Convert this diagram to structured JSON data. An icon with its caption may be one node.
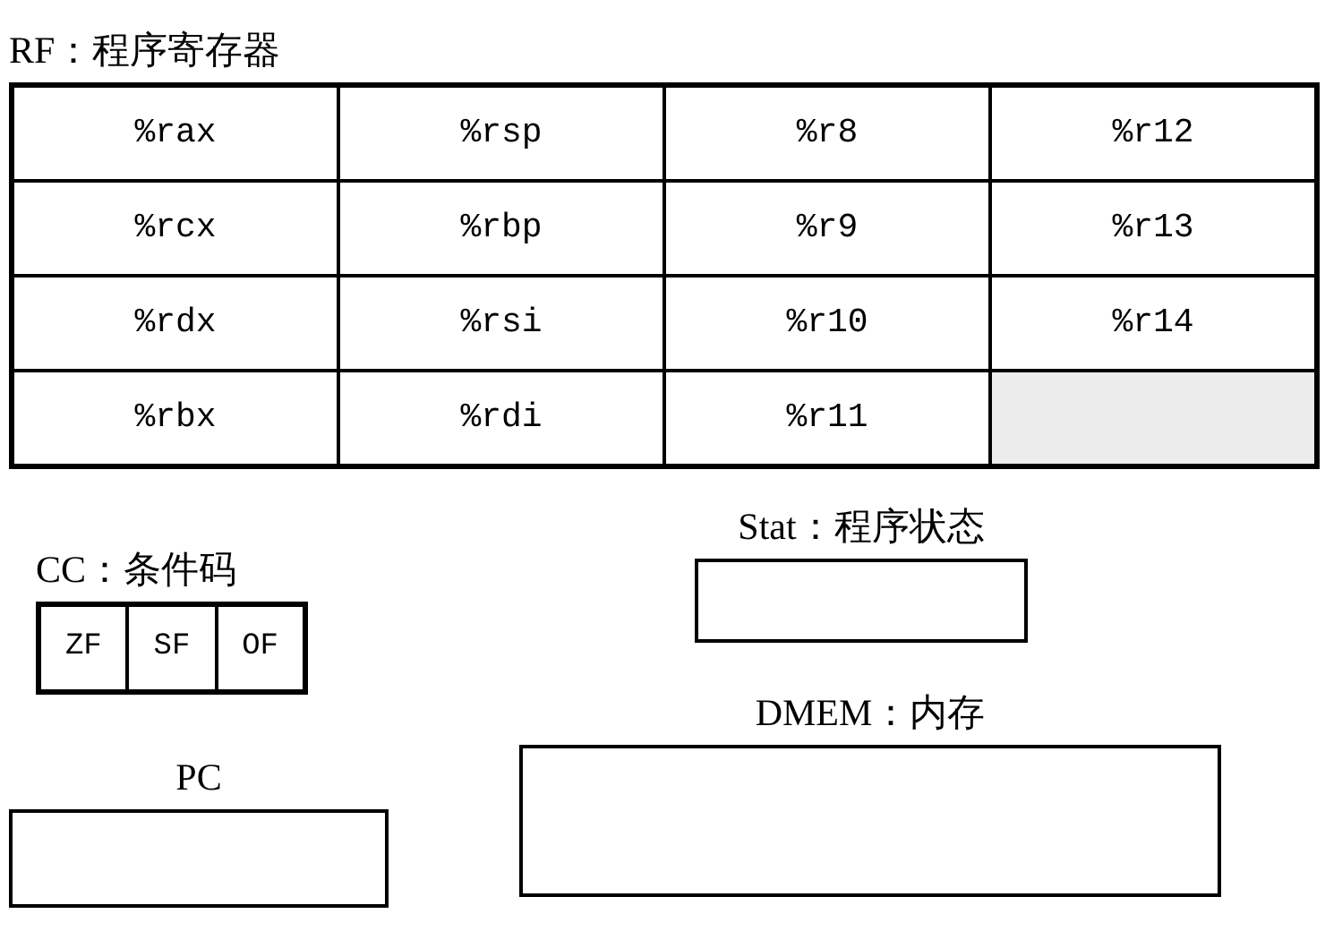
{
  "diagram": {
    "nodes": [
      {
        "text": [
          "RF：程序寄存器"
        ]
      },
      {
        "text": [
          "CC：条件码"
        ]
      },
      {
        "text": [
          "PC"
        ]
      },
      {
        "text": [
          "Stat：程序状态"
        ]
      },
      {
        "text": [
          "DMEM：内存"
        ]
      }
    ],
    "labels": [
      "%rax",
      "%rsp",
      "%r8",
      "%r12",
      "%rcx",
      "%rbp",
      "%r9",
      "%r13",
      "%rdx",
      "%rsi",
      "%r10",
      "%r14",
      "%rbx",
      "%rdi",
      "%r11",
      "ZF",
      "SF",
      "OF"
    ]
  }
}
